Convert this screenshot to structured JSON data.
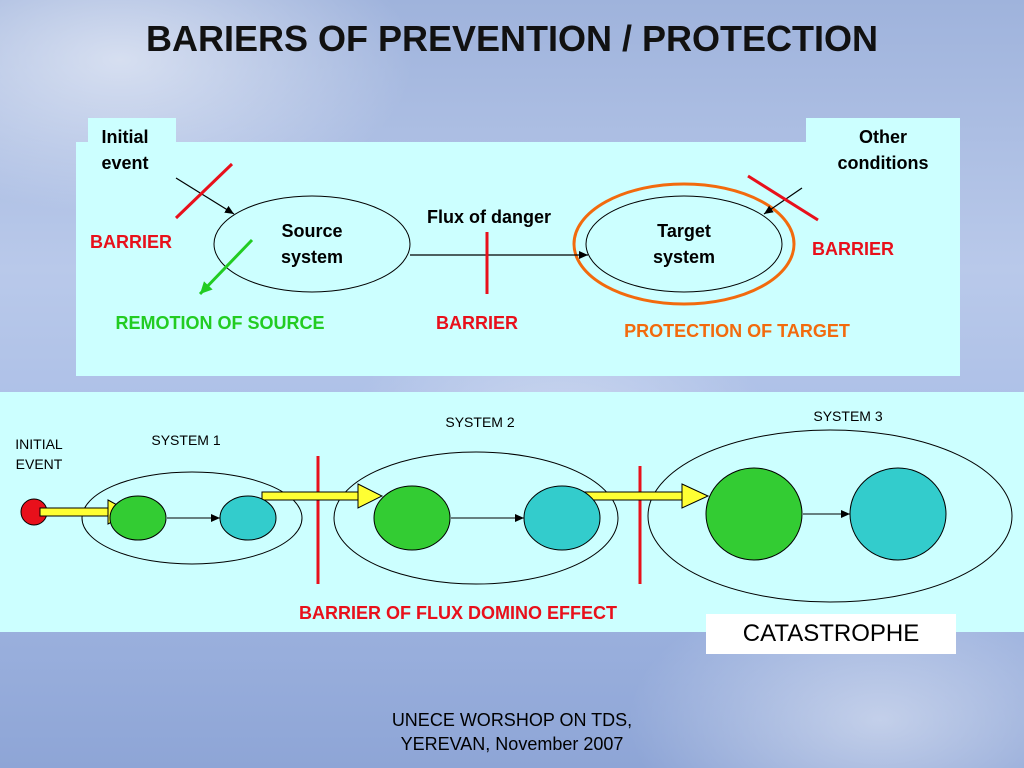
{
  "title": "BARIERS OF PREVENTION / PROTECTION",
  "top_diagram": {
    "initial_event": "Initial event",
    "other_conditions": "Other conditions",
    "source_system": "Source system",
    "target_system": "Target system",
    "flux_of_danger": "Flux of danger",
    "barrier_left": "BARRIER",
    "barrier_right": "BARRIER",
    "barrier_middle": "BARRIER",
    "remotion_of_source": "REMOTION OF SOURCE",
    "protection_of_target": "PROTECTION OF TARGET"
  },
  "bottom_diagram": {
    "initial_event": "INITIAL EVENT",
    "system1": "SYSTEM 1",
    "system2": "SYSTEM 2",
    "system3": "SYSTEM 3",
    "barrier_domino": "BARRIER OF FLUX DOMINO EFFECT",
    "catastrophe": "CATASTROPHE"
  },
  "footer": {
    "line1": "UNECE WORSHOP ON TDS,",
    "line2": "YEREVAN, November 2007"
  },
  "colors": {
    "panel": "#ccffff",
    "barrier_red": "#e8101b",
    "remotion_green": "#22cc22",
    "protection_orange": "#f26a0d",
    "source_circle_green": "#33cc33",
    "target_circle_teal": "#33cccc",
    "arrow_yellow": "#ffff33"
  }
}
